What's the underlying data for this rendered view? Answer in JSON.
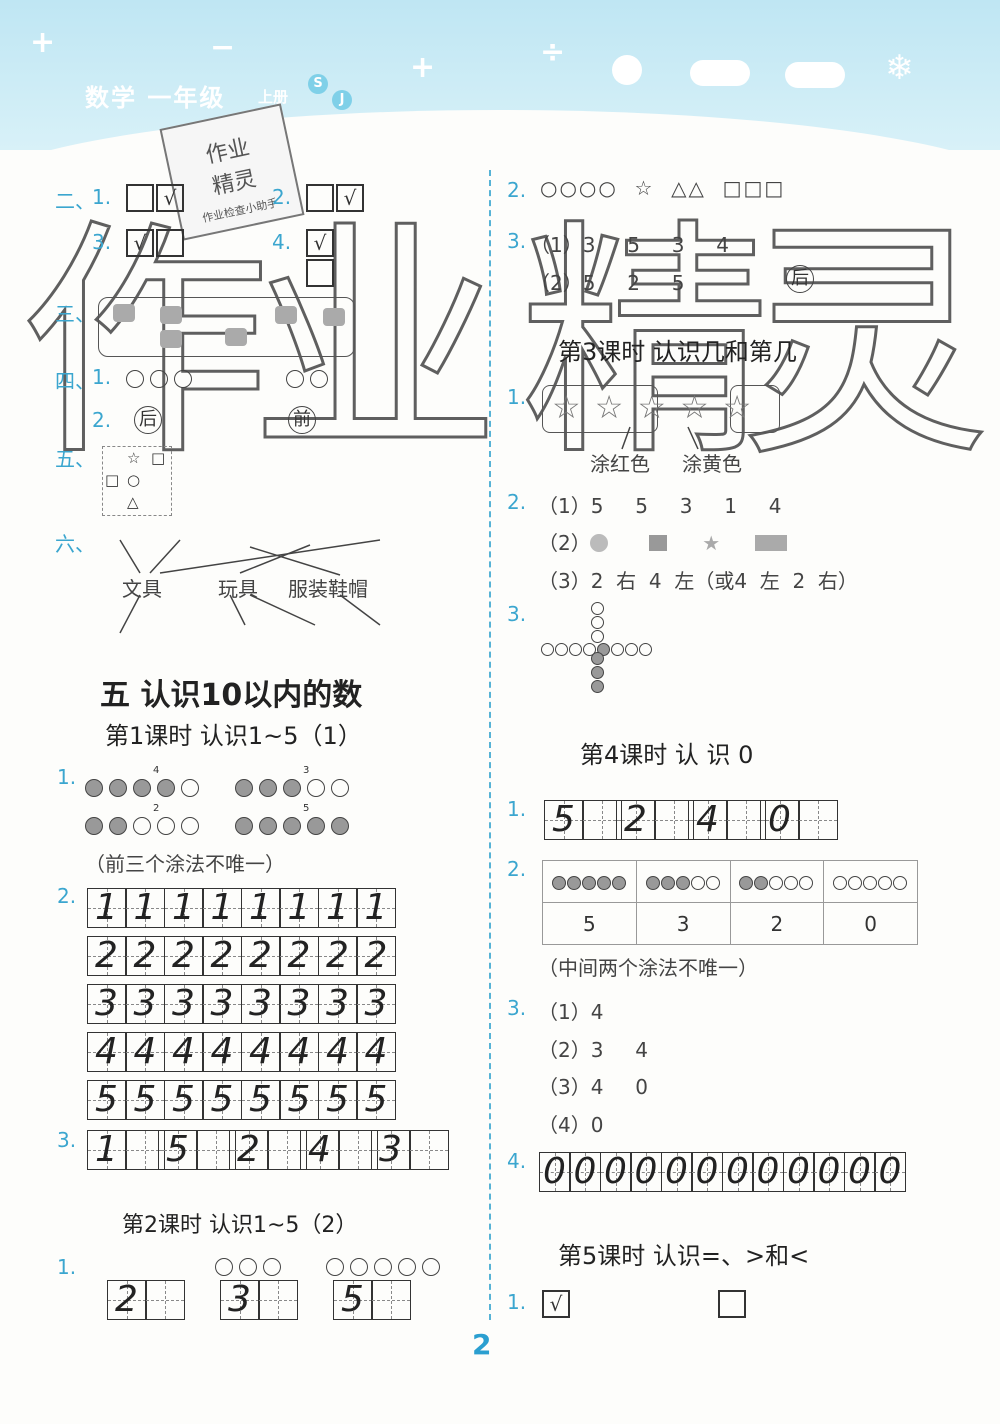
{
  "header": {
    "title": "数学 一年级",
    "subtitle": "上册",
    "badge_s": "S",
    "badge_j": "J",
    "stamp_line1": "作业",
    "stamp_line2": "精灵",
    "stamp_line3": "作业检查小助手"
  },
  "watermark": {
    "c1": "作",
    "c2": "业",
    "c3": "精",
    "c4": "灵"
  },
  "left": {
    "er": "二、",
    "q1": "1.",
    "q2": "2.",
    "q3": "3.",
    "q4": "4.",
    "check": "√",
    "san": "三、",
    "si": "四、",
    "si_q1": "1.",
    "si_q2": "2.",
    "hou": "后",
    "qian": "前",
    "wu": "五、",
    "star": "☆",
    "square": "□",
    "circle": "○",
    "triangle": "△",
    "liu": "六、",
    "wenju": "文具",
    "wanju": "玩具",
    "fuzhuang": "服装鞋帽",
    "unit_title": "五  认识10以内的数",
    "l1_title": "第1课时  认识1~5（1）",
    "l1_q1": "1.",
    "n4": "4",
    "n3": "3",
    "n2": "2",
    "n5": "5",
    "l1_note": "（前三个涂法不唯一）",
    "l1_q2": "2.",
    "l1_q3": "3.",
    "digits": [
      "1",
      "2",
      "3",
      "4",
      "5"
    ],
    "q3_digits": [
      "1",
      "5",
      "2",
      "4",
      "3"
    ],
    "l2_title": "第2课时  认识1~5（2）",
    "l2_q1": "1.",
    "l2_digits": [
      "2",
      "3",
      "5"
    ]
  },
  "right": {
    "q2": "2.",
    "q2_shapes": "○○○○  ☆  △△  □□□",
    "q3": "3.",
    "q3_p1": "（1）3     5     3     4",
    "q3_p2": "（2）5     2     5",
    "hou": "后",
    "l3_title": "第3课时  认识几和第几",
    "l3_q1": "1.",
    "red": "涂红色",
    "yellow": "涂黄色",
    "l3_q2": "2.",
    "l3_p1": "（1）5     5     3     1     4",
    "l3_p2": "（2）",
    "l3_p3": "（3）2  右  4  左（或4  左  2  右）",
    "l3_q3": "3.",
    "l4_title": "第4课时  认  识  0",
    "l4_q1": "1.",
    "l4_digits": [
      "5",
      "2",
      "4",
      "0"
    ],
    "l4_q2": "2.",
    "l4_vals": [
      "5",
      "3",
      "2",
      "0"
    ],
    "l4_note": "（中间两个涂法不唯一）",
    "l4_q3": "3.",
    "l4_a1": "（1）4",
    "l4_a2": "（2）3     4",
    "l4_a3": "（3）4     0",
    "l4_a4": "（4）0",
    "l4_q4": "4.",
    "zeros": "0",
    "l5_title": "第5课时  认识=、>和<",
    "l5_q1": "1.",
    "check": "√"
  },
  "page_number": "2"
}
